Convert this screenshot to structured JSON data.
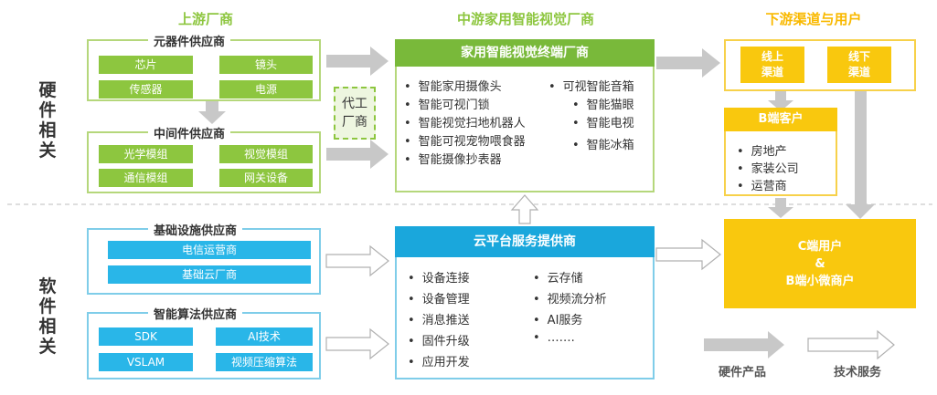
{
  "columns": {
    "upstream": "上游厂商",
    "midstream": "中游家用智能视觉厂商",
    "downstream": "下游渠道与用户"
  },
  "side_labels": {
    "hardware": [
      "硬",
      "件",
      "相",
      "关"
    ],
    "software": [
      "软",
      "件",
      "相",
      "关"
    ]
  },
  "upstream": {
    "components": {
      "title": "元器件供应商",
      "items": [
        "芯片",
        "镜头",
        "传感器",
        "电源"
      ]
    },
    "intermediate": {
      "title": "中间件供应商",
      "items": [
        "光学模组",
        "视觉模组",
        "通信模组",
        "网关设备"
      ]
    },
    "oem": [
      "代工",
      "厂商"
    ],
    "infrastructure": {
      "title": "基础设施供应商",
      "items": [
        "电信运营商",
        "基础云厂商"
      ]
    },
    "algorithm": {
      "title": "智能算法供应商",
      "items": [
        "SDK",
        "AI技术",
        "VSLAM",
        "视频压缩算法"
      ]
    }
  },
  "midstream": {
    "terminal": {
      "title": "家用智能视觉终端厂商",
      "left_items": [
        "智能家用摄像头",
        "智能可视门锁",
        "智能视觉扫地机器人",
        "智能可视宠物喂食器",
        "智能摄像抄表器"
      ],
      "right_items": [
        "可视智能音箱",
        "智能猫眼",
        "智能电视",
        "智能冰箱"
      ]
    },
    "cloud": {
      "title": "云平台服务提供商",
      "left_items": [
        "设备连接",
        "设备管理",
        "消息推送",
        "固件升级",
        "应用开发"
      ],
      "right_items": [
        "云存储",
        "视频流分析",
        "AI服务",
        "……."
      ]
    }
  },
  "downstream": {
    "online": [
      "线上",
      "渠道"
    ],
    "offline": [
      "线下",
      "渠道"
    ],
    "b_client": {
      "title": "B端客户",
      "items": [
        "房地产",
        "家装公司",
        "运营商"
      ]
    },
    "c_user": [
      "C端用户",
      "&",
      "B端小微商户"
    ]
  },
  "legend": {
    "hardware": "硬件产品",
    "tech": "技术服务"
  },
  "colors": {
    "green_title": "#8dc63f",
    "blue_title": "#29b6e8",
    "yellow_title": "#f9b900",
    "gray_arrow": "#c8c8c8"
  }
}
